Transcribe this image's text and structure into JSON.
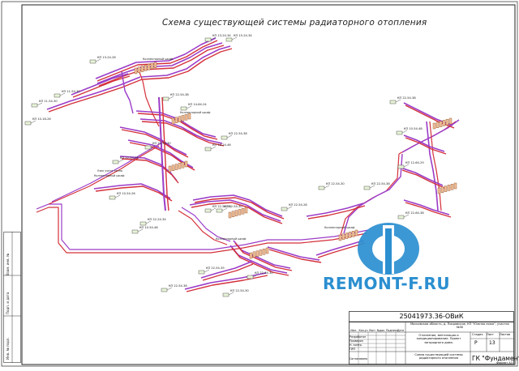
{
  "title": "Схема существующей системы радиаторного отопления",
  "watermark": "REMONT-F.RU",
  "stamp": {
    "doc_code": "25041973.36-ОВиК",
    "address": "Московская область, д. Покровское, КП \"Южная ложа\", участок №30",
    "project_name": "Отопление, вентиляция и кондиционирование. Проект загородного дома.",
    "sheet_title": "Схема существующей системы радиаторного отопления",
    "stage_label": "Стадия",
    "stage_value": "Р",
    "sheet_label": "Лист",
    "sheet_value": "13",
    "sheets_label": "Листов",
    "company": "ГК \"Фундамент\"",
    "format": "Формат А3",
    "columns": [
      "Изм.",
      "Кол.уч",
      "Лист",
      "№док.",
      "Подпись",
      "Дата"
    ],
    "roles": [
      "Разработал",
      "Проверил",
      "Н. контр.",
      "ГИП"
    ],
    "coord_label": "Согласовано"
  },
  "side_strip": [
    "Взам. инв. №",
    "Подп. и дата",
    "Инв. № подл."
  ],
  "labels": [
    "КП 13-24-34",
    "КП 15-24-34",
    "КП 13-24-28",
    "КП 11-54-30",
    "КП 11-54-30",
    "КП 10-18-26",
    "КП 22-54-38",
    "КП 14-64-24",
    "КП 22-54-38",
    "КП 18-24-46",
    "КП 22-54-30",
    "КП 22-54-38",
    "КП 10-54-26",
    "КП 22-24-34",
    "КП 10-54-48",
    "КП 22-54-38",
    "КП 12-54-30",
    "КП 22-54-38",
    "КП 22-54-30",
    "КП 22-54-39",
    "КП 22-64-30",
    "КП 22-54-28",
    "КП 22-54-30",
    "КП 22-54-38",
    "КП 22-54-38",
    "КП 10-54-48",
    "КП 12-64-29",
    "КП 22-64-38"
  ],
  "manifold_label": "Коллекторный шкаф",
  "boiler_label": "Узел учета тепла",
  "colors": {
    "supply": "#d4303a",
    "return": "#9b3cc8",
    "line": "#333333",
    "tag_fill": "#e8f4d8",
    "watermark": "#2b8fd0"
  }
}
